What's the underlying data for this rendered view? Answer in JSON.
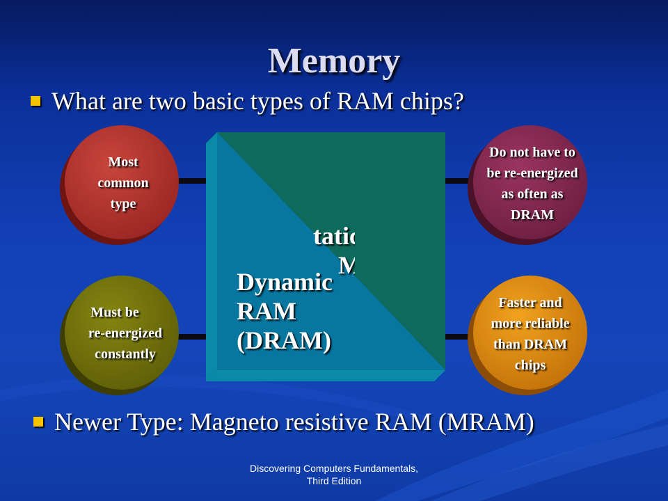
{
  "slide": {
    "title": "Memory",
    "bullets": [
      "What are two basic types of RAM chips?",
      "Newer Type: Magneto resistive RAM (MRAM)"
    ]
  },
  "diagram": {
    "center_front_label": [
      "Dynamic",
      "RAM",
      "(DRAM)"
    ],
    "center_back_label_partial": [
      "tatic",
      "M"
    ],
    "circles": [
      {
        "name": "top-left",
        "color": "#b8322e",
        "lines": [
          "Most",
          "common",
          "type"
        ]
      },
      {
        "name": "bottom-left",
        "color": "#7a7a0c",
        "lines": [
          "Must be",
          "re-energized",
          "constantly"
        ]
      },
      {
        "name": "top-right",
        "color": "#8b2a52",
        "lines": [
          "Do not have to",
          "be re-energized",
          "as often as",
          "DRAM"
        ]
      },
      {
        "name": "bottom-right",
        "color": "#e08a0c",
        "lines": [
          "Faster and",
          "more reliable",
          "than DRAM",
          "chips"
        ]
      }
    ]
  },
  "footer": [
    "Discovering Computers Fundamentals,",
    "Third Edition"
  ]
}
